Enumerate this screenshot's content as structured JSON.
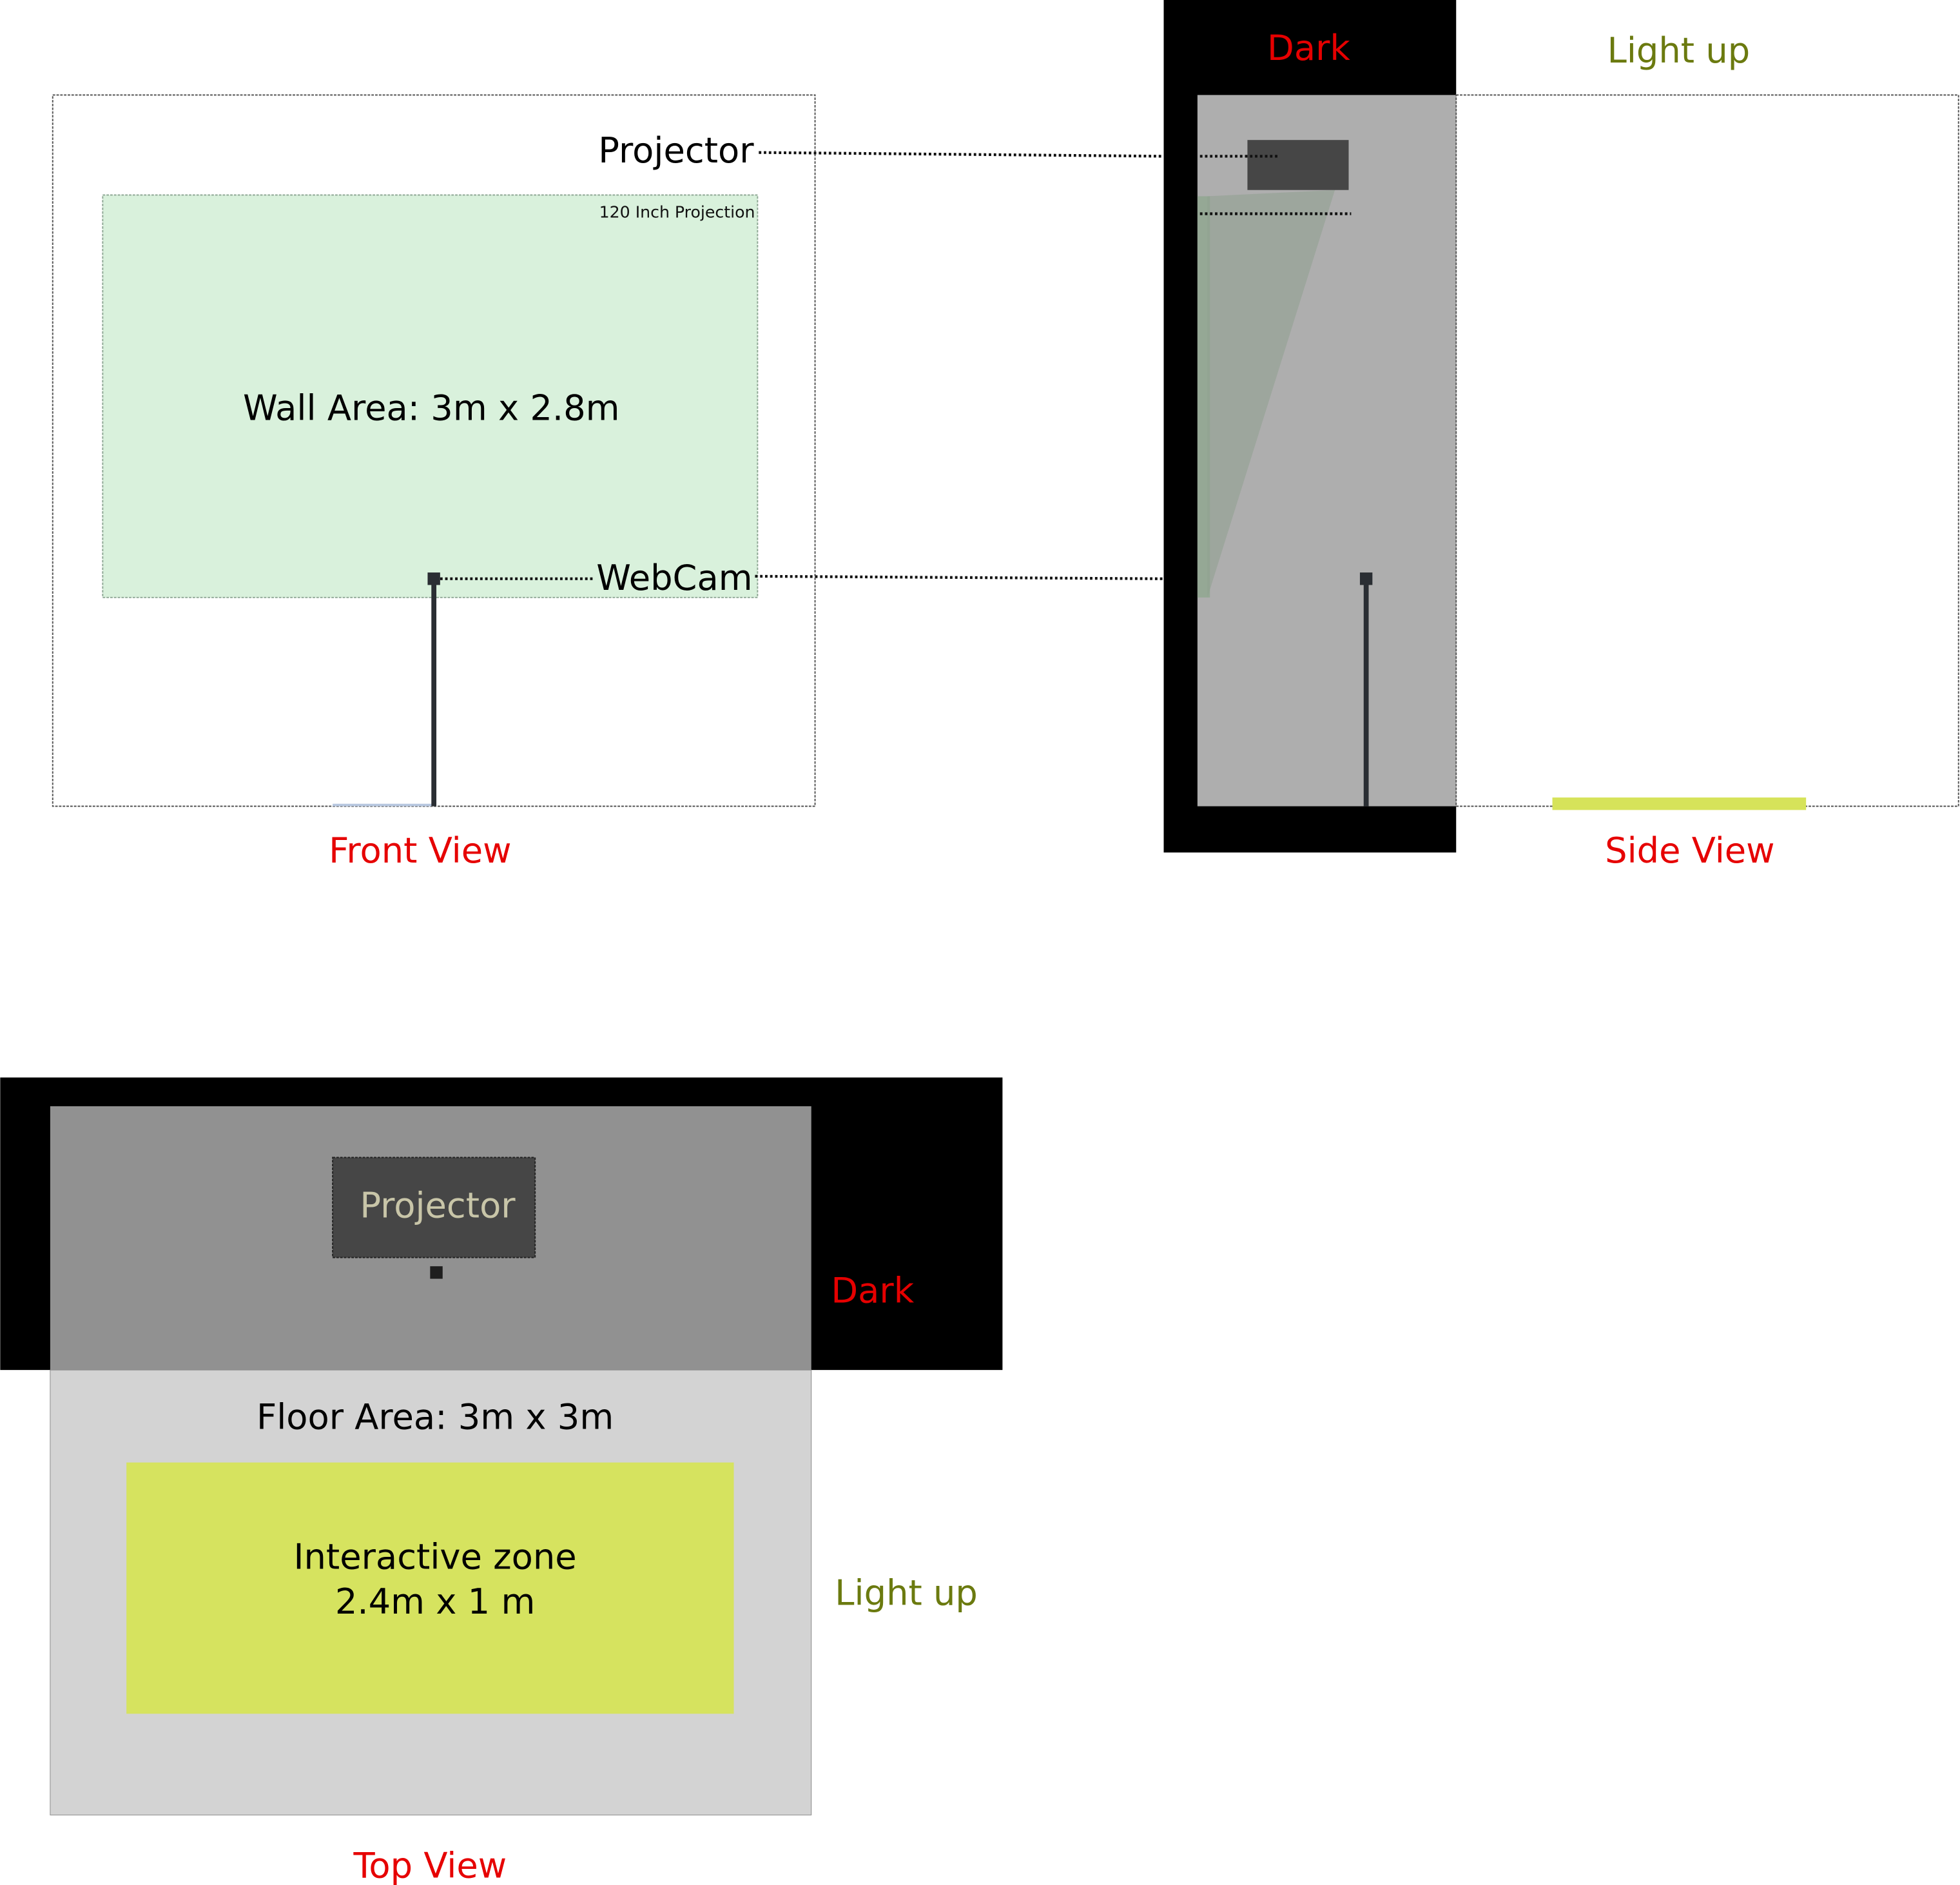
{
  "front_view": {
    "title": "Front View",
    "projection_label": "120 Inch Projection",
    "wall_label": "Wall Area: 3m x 2.8m",
    "projector_label": "Projector",
    "webcam_label": "WebCam"
  },
  "side_view": {
    "title": "Side View",
    "dark_label": "Dark",
    "light_label": "Light up"
  },
  "top_view": {
    "title": "Top View",
    "projector_label": "Projector",
    "dark_label": "Dark",
    "floor_label": "Floor Area: 3m x 3m",
    "zone_label_line1": "Interactive zone",
    "zone_label_line2": "2.4m x 1 m",
    "light_label": "Light up"
  },
  "colors": {
    "title_red": "#e60000",
    "light_olive": "#6b7a0f",
    "wall_green": "#d9f1dc",
    "zone_yellow": "#d6e35f"
  }
}
